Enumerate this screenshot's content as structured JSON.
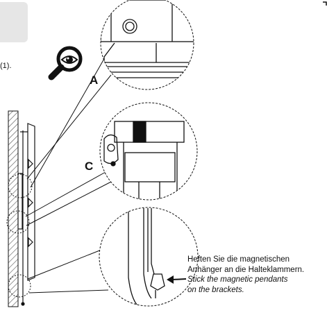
{
  "step_reference": "(1).",
  "callouts": {
    "a": "A",
    "c": "C"
  },
  "caption": {
    "de_line1": "Heften Sie die magnetischen",
    "de_line2": "Anhänger an die Halteklammern.",
    "en_line1": "Stick the magnetic pendants",
    "en_line2": "on the brackets."
  },
  "icons": {
    "inspect": "magnifier-eye-icon"
  },
  "colors": {
    "ink": "#111111",
    "tab": "#e6e6e6",
    "hatch": "#555555"
  }
}
